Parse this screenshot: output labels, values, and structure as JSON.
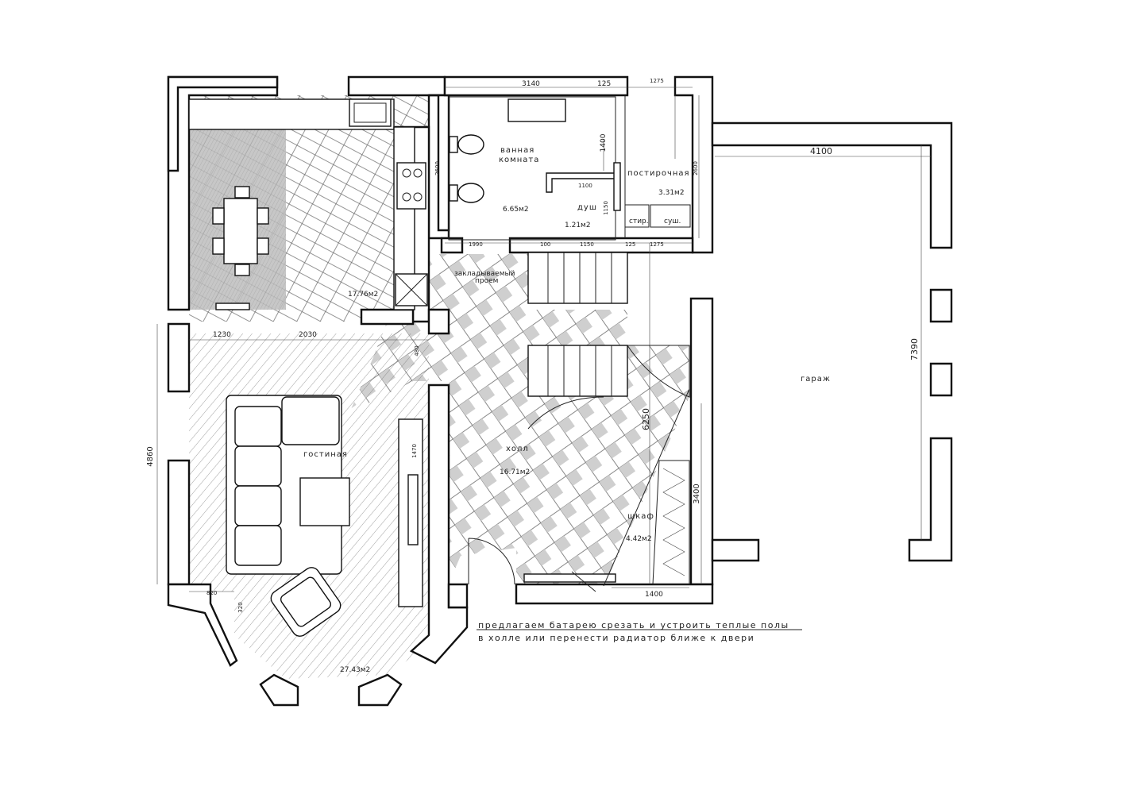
{
  "rooms": {
    "bathroom_name_1": "ванная",
    "bathroom_name_2": "комната",
    "bathroom_area": "6.65м2",
    "shower_name": "душ",
    "shower_area": "1.21м2",
    "laundry_name": "постирочная",
    "laundry_area": "3.31м2",
    "washer_label": "стир.",
    "dryer_label": "суш.",
    "kitchen_area": "17.76м2",
    "opening_note_1": "закладываемый",
    "opening_note_2": "проем",
    "living_name": "гостиная",
    "living_area": "27.43м2",
    "hall_name": "холл",
    "hall_area": "16.71м2",
    "closet_name": "шкаф",
    "closet_area": "4.42м2",
    "garage_name": "гараж"
  },
  "dimensions": {
    "d3140": "3140",
    "d125_top": "125",
    "d1275_top": "1275",
    "d1400_v": "1400",
    "d2600_left": "2600",
    "d2600_right": "2600",
    "d1100": "1100",
    "d1150_v": "1150",
    "d1990": "1990",
    "d100": "100",
    "d1150": "1150",
    "d125_bot": "125",
    "d1275_bot": "1275",
    "d4100": "4100",
    "d7390": "7390",
    "d1230": "1230",
    "d2030": "2030",
    "d480": "480",
    "d4860": "4860",
    "d6250": "6250",
    "d3400": "3400",
    "d1400_h": "1400",
    "d820": "820",
    "d320": "320",
    "d1470": "1470"
  },
  "note": {
    "line1": "предлагаем батарею срезать и устроить теплые полы",
    "line2": "в холле или перенести радиатор ближе к двери"
  }
}
